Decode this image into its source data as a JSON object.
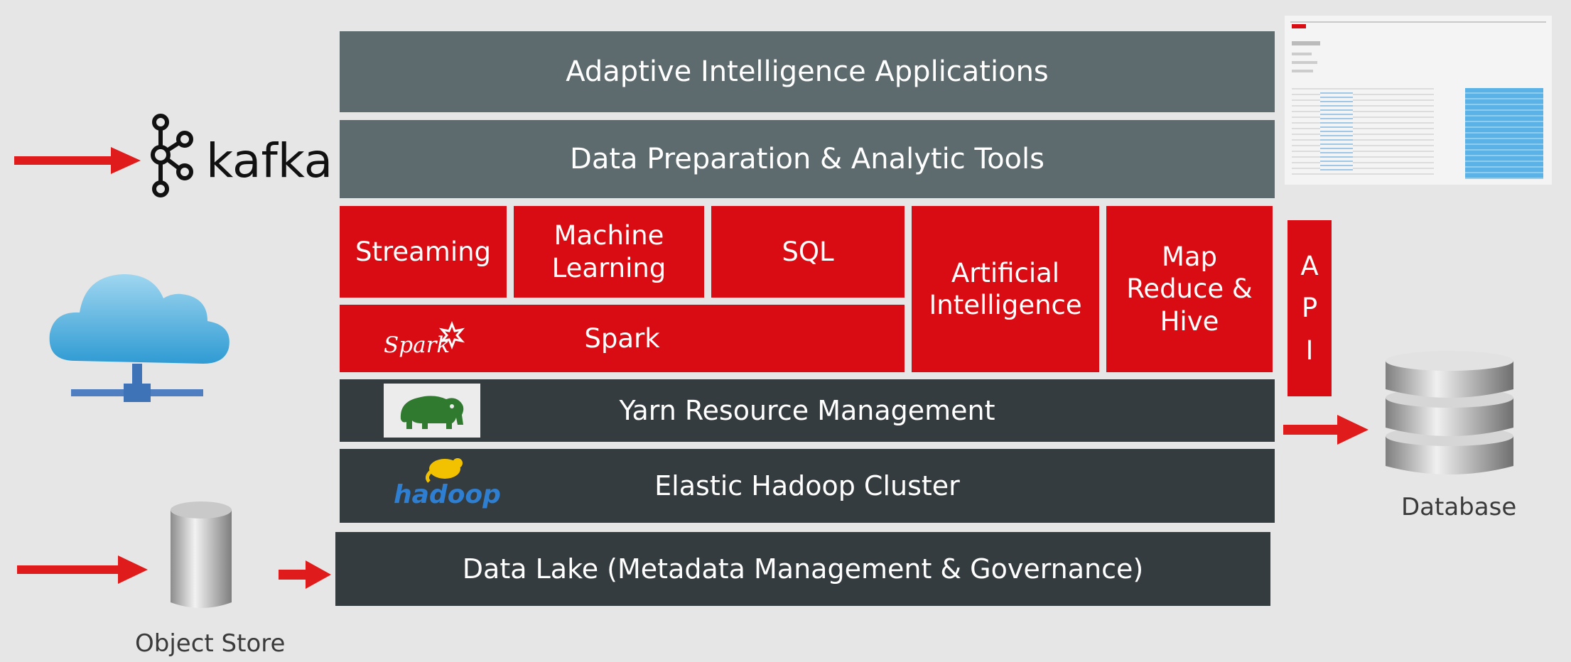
{
  "layers": {
    "applications": "Adaptive Intelligence Applications",
    "data_prep": "Data Preparation & Analytic Tools",
    "streaming": "Streaming",
    "machine_learning": "Machine\nLearning",
    "sql": "SQL",
    "artificial_intelligence": "Artificial\nIntelligence",
    "map_reduce_hive": "Map\nReduce &\nHive",
    "spark": "Spark",
    "yarn": "Yarn Resource Management",
    "hadoop_cluster": "Elastic Hadoop Cluster",
    "data_lake": "Data Lake (Metadata Management & Governance)"
  },
  "api": [
    "A",
    "P",
    "I"
  ],
  "logos": {
    "kafka": "kafka",
    "spark": "Spark",
    "hadoop": "hadoop"
  },
  "labels": {
    "object_store": "Object Store",
    "database": "Database"
  },
  "colors": {
    "layer_grey": "#5d6a6e",
    "layer_dark": "#353c3f",
    "engine_red": "#d90c14",
    "arrow_red": "#e01b1b",
    "cloud_blue": "#3aa6d8",
    "background": "#e6e6e6"
  },
  "icons": [
    "kafka-logo-icon",
    "cloud-network-icon",
    "object-store-cylinder-icon",
    "database-stack-icon",
    "spark-logo-icon",
    "elephant-icon",
    "hadoop-elephant-icon",
    "arrow-right-icon"
  ]
}
